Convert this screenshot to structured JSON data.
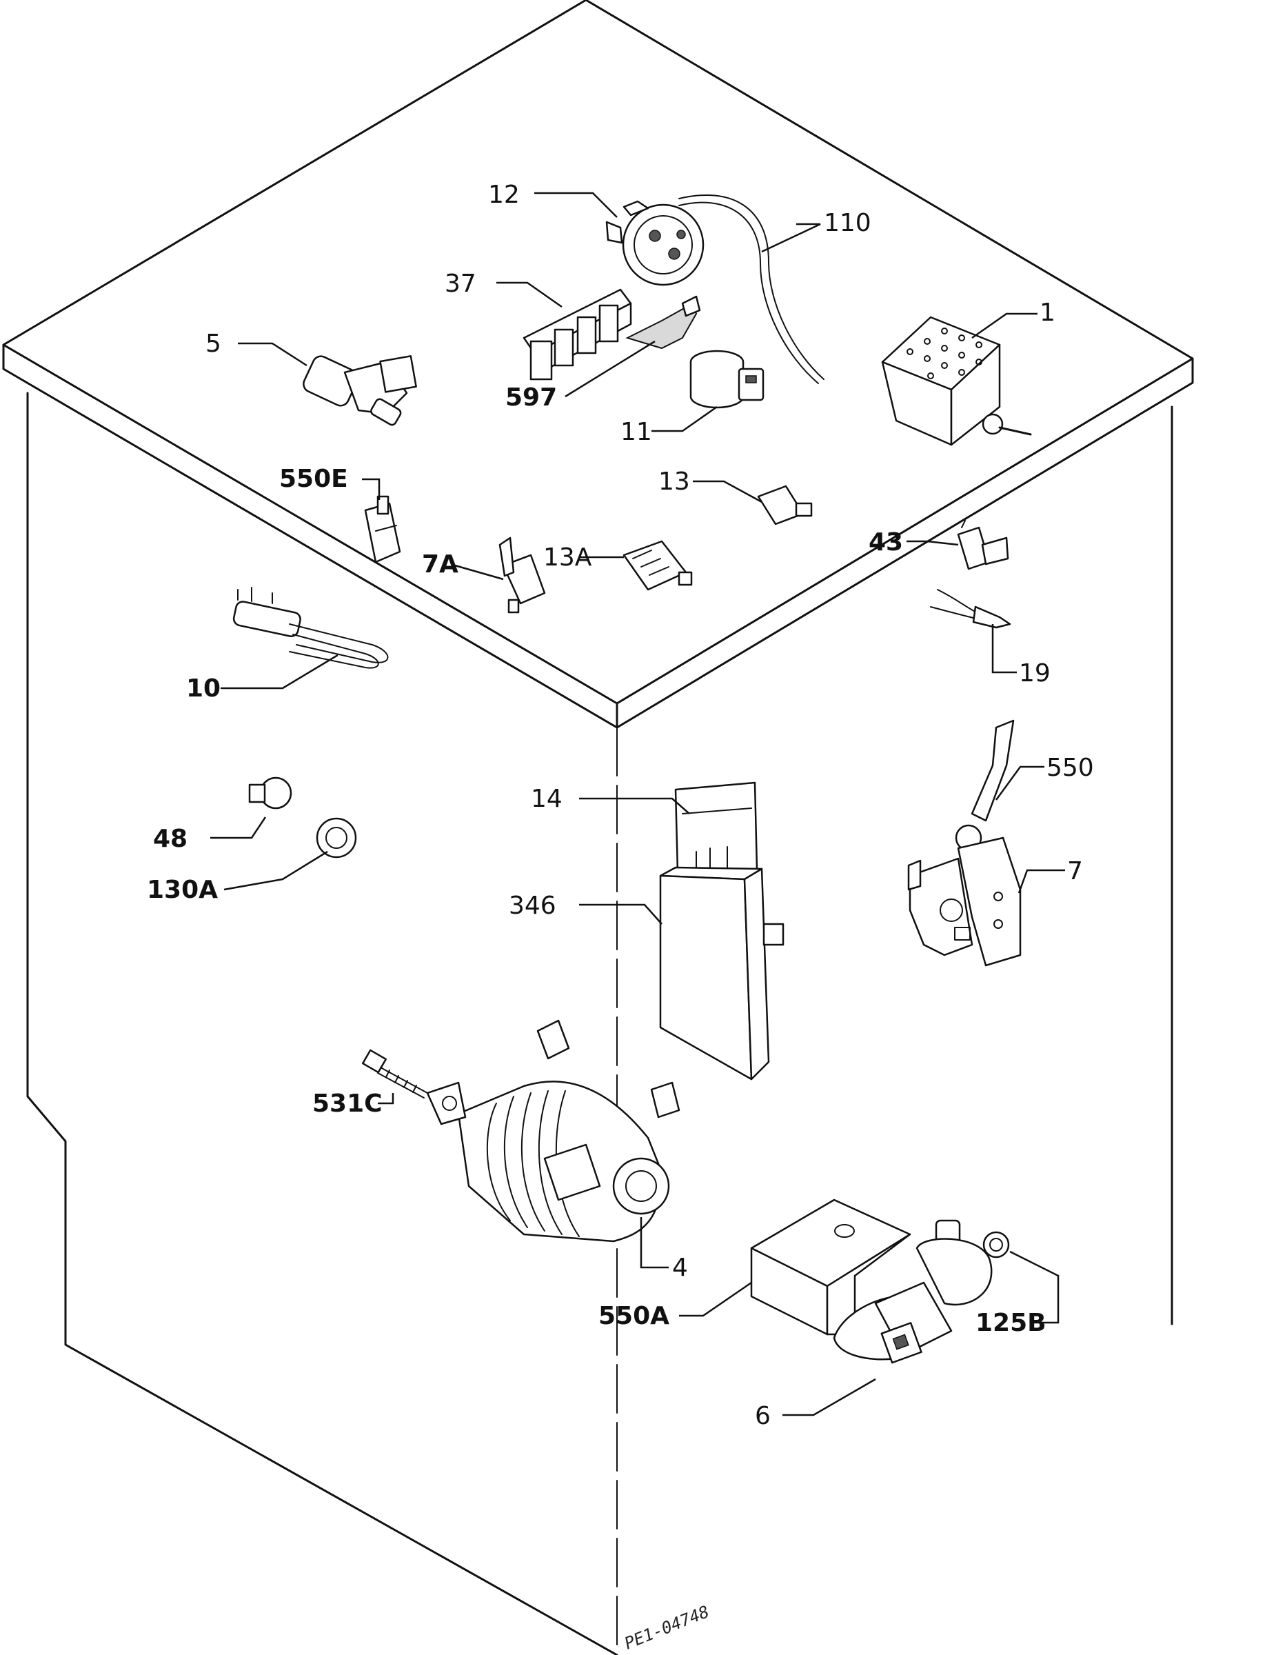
{
  "labels": {
    "p1": "1",
    "p4": "4",
    "p5": "5",
    "p6": "6",
    "p7": "7",
    "p7a": "7A",
    "p10": "10",
    "p11": "11",
    "p12": "12",
    "p13": "13",
    "p13a": "13A",
    "p14": "14",
    "p19": "19",
    "p37": "37",
    "p43": "43",
    "p48": "48",
    "p110": "110",
    "p125b": "125B",
    "p130a": "130A",
    "p346": "346",
    "p531c": "531C",
    "p550": "550",
    "p550a": "550A",
    "p550e": "550E",
    "p597": "597"
  },
  "drawing_ref": "PE1-04748"
}
